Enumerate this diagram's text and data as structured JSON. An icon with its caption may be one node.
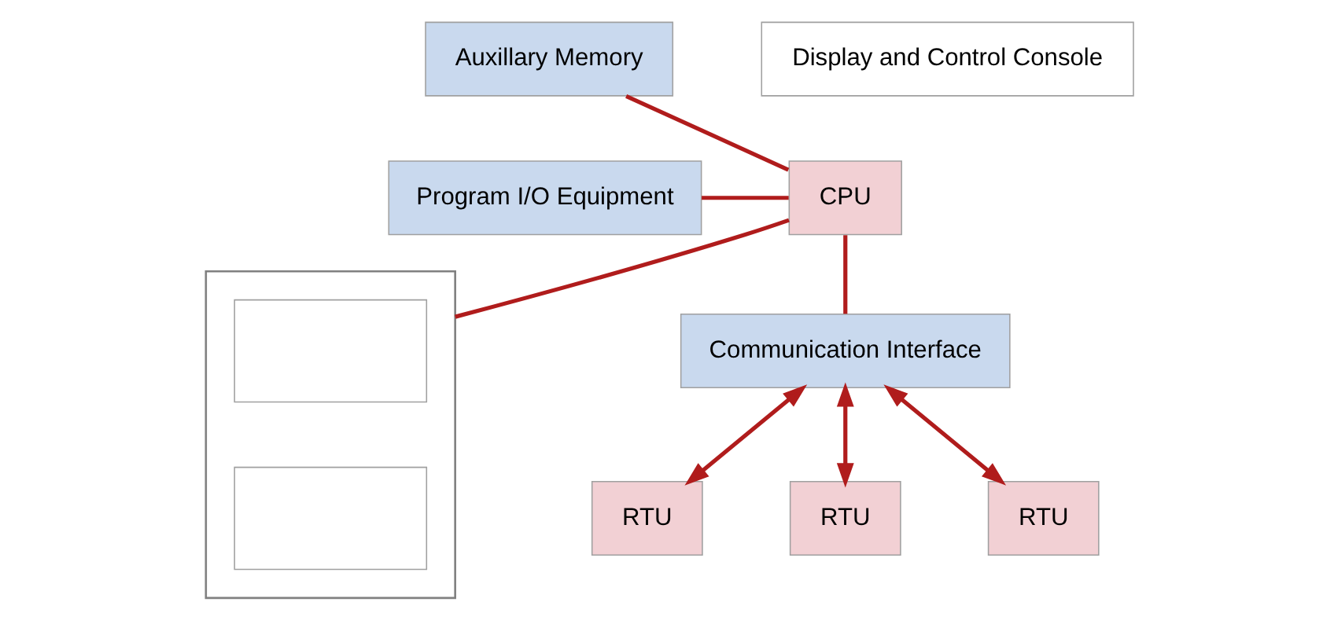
{
  "diagram": {
    "nodes": [
      {
        "text": [
          "Auxillary Memory"
        ]
      },
      {
        "text": [
          "Program I/O Equipment"
        ]
      },
      {
        "text": [
          "CPU"
        ]
      },
      {
        "text": [
          "Display and Control Console"
        ]
      },
      {
        "text": [],
        "shape": "box"
      },
      {
        "text": [],
        "shape": "box",
        "in": 4
      },
      {
        "text": [],
        "shape": "box",
        "in": 4
      },
      {
        "text": [
          "Communication Interface"
        ]
      },
      {
        "text": [
          "RTU"
        ]
      },
      {
        "text": [
          "RTU"
        ]
      },
      {
        "text": [
          "RTU"
        ]
      }
    ],
    "edges": [
      {
        "from": 0,
        "to": 2,
        "arrow": "none"
      },
      {
        "from": 1,
        "to": 2,
        "arrow": "none"
      },
      {
        "from": 2,
        "to": 4,
        "arrow": "none"
      },
      {
        "from": 2,
        "to": 7,
        "arrow": "none"
      },
      {
        "from": 7,
        "to": 8,
        "arrow": "both"
      },
      {
        "from": 7,
        "to": 9,
        "arrow": "both"
      },
      {
        "from": 7,
        "to": 10,
        "arrow": "both"
      }
    ]
  }
}
